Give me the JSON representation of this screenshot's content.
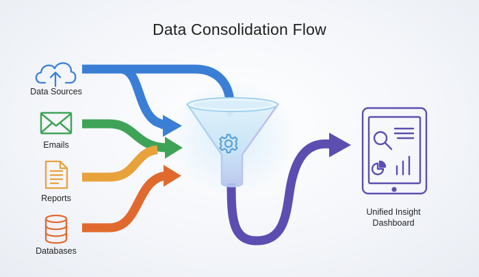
{
  "title": "Data Consolidation Flow",
  "sources": [
    {
      "label": "Data Sources",
      "icon": "cloud-upload-icon",
      "color": "#3a7fd5"
    },
    {
      "label": "Emails",
      "icon": "envelope-icon",
      "color": "#3fa357"
    },
    {
      "label": "Reports",
      "icon": "document-icon",
      "color": "#e8a23c"
    },
    {
      "label": "Databases",
      "icon": "database-icon",
      "color": "#e06a2e"
    }
  ],
  "destination": {
    "label_line1": "Unified Insight",
    "label_line2": "Dashboard",
    "icon": "tablet-dashboard-icon",
    "color": "#5c4db1"
  },
  "funnel": {
    "icon": "gear-icon",
    "color": "#5aa0d6"
  }
}
